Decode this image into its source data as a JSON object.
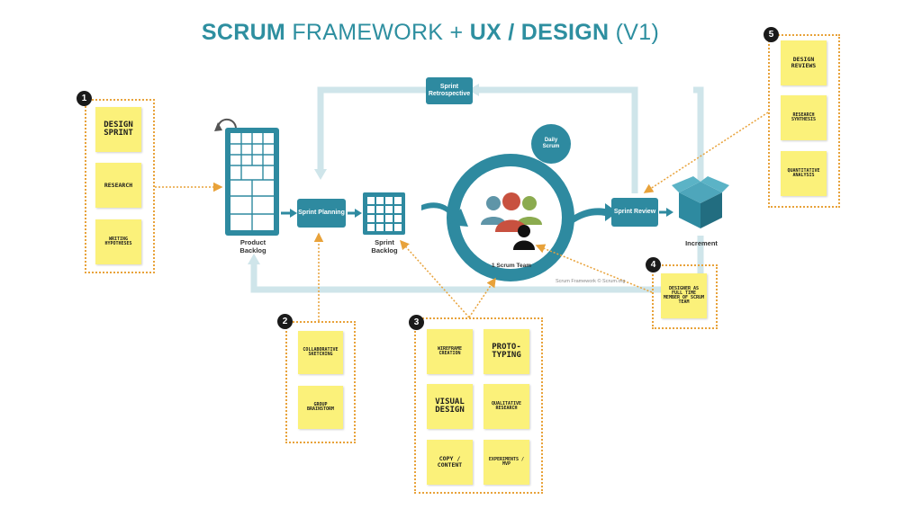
{
  "title": {
    "w1": "SCRUM",
    "w2": "FRAMEWORK +",
    "w3": "UX / DESIGN",
    "w4": "(V1)"
  },
  "colors": {
    "teal": "#2e8aa0",
    "light_teal": "#cfe5ea",
    "sticky": "#fbf17a",
    "dotted": "#e8a23a"
  },
  "framework": {
    "product_backlog": "Product Backlog",
    "sprint_planning": "Sprint Planning",
    "sprint_backlog": "Sprint Backlog",
    "sprint_retrospective": "Sprint Retrospective",
    "daily_scrum": "Daily Scrum",
    "scrum_team": "1 Scrum Team",
    "sprint_review": "Sprint Review",
    "increment": "Increment",
    "credit": "Scrum Framework © Scrum.org"
  },
  "groups": [
    {
      "number": "1",
      "notes": [
        "Design Sprint",
        "Research",
        "Writing Hypotheses"
      ]
    },
    {
      "number": "2",
      "notes": [
        "Collaborative Sketching",
        "Group Brainstorm"
      ]
    },
    {
      "number": "3",
      "notes": [
        "Wireframe Creation",
        "Proto-typing",
        "Visual Design",
        "Qualitative Research",
        "Copy / Content",
        "Experiments / MVP"
      ]
    },
    {
      "number": "4",
      "notes": [
        "Designer as full time member of scrum team"
      ]
    },
    {
      "number": "5",
      "notes": [
        "Design Reviews",
        "Research Synthesis",
        "Quantitative Analysis"
      ]
    }
  ]
}
